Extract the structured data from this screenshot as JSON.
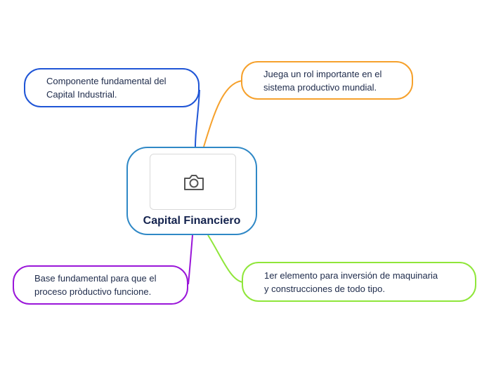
{
  "central": {
    "title": "Capital Financiero",
    "image_icon": "camera-icon",
    "border_color": "#2f88c6"
  },
  "topics": [
    {
      "id": "top-left",
      "text": "Componente fundamental del\nCapital Industrial.",
      "color": "#1f55d6"
    },
    {
      "id": "top-right",
      "text": "Juega un rol importante en el\nsistema productivo mundial.",
      "color": "#f6a12c"
    },
    {
      "id": "bottom-left",
      "text": "Base fundamental para que el\nproceso pròductivo funcione.",
      "color": "#9a16d9"
    },
    {
      "id": "bottom-right",
      "text": "1er elemento para inversión de maquinaria\ny construcciones de todo tipo.",
      "color": "#8fe63a"
    }
  ]
}
